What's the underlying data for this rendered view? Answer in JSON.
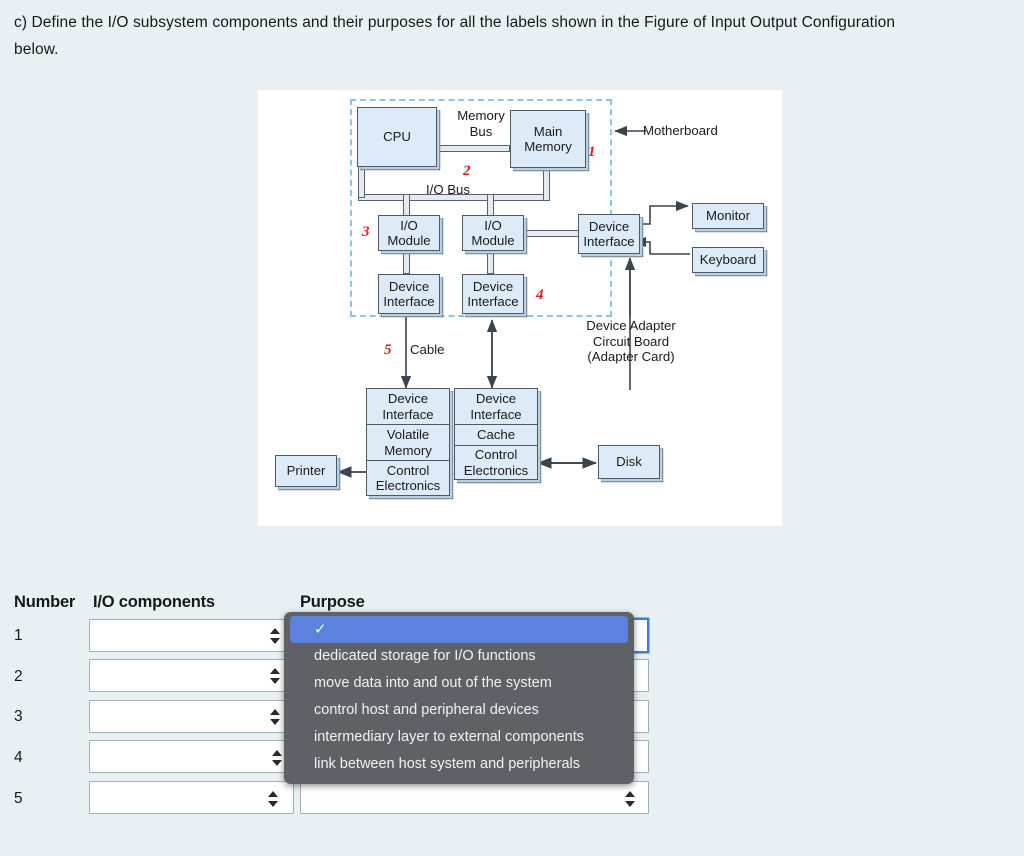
{
  "question": {
    "text": "c) Define the I/O subsystem components and their purposes for all the labels shown in the Figure of Input Output Configuration below."
  },
  "figure": {
    "title": "Input Output Configuration",
    "region_label": "Motherboard",
    "boxes": {
      "cpu": "CPU",
      "main_memory": "Main\nMemory",
      "io_module_1": "I/O\nModule",
      "io_module_2": "I/O\nModule",
      "device_interface_1": "Device\nInterface",
      "device_interface_2": "Device\nInterface",
      "device_interface_3": "Device\nInterface",
      "monitor": "Monitor",
      "keyboard": "Keyboard",
      "printer": "Printer",
      "disk": "Disk"
    },
    "printer_stack": [
      "Device\nInterface",
      "Volatile\nMemory",
      "Control\nElectronics"
    ],
    "disk_stack": [
      "Device\nInterface",
      "Cache",
      "Control\nElectronics"
    ],
    "labels": {
      "memory_bus": "Memory\nBus",
      "io_bus": "I/O Bus",
      "cable": "Cable",
      "adapter": "Device Adapter\nCircuit Board\n(Adapter Card)",
      "motherboard": "Motherboard"
    },
    "callouts": [
      "1",
      "2",
      "3",
      "4",
      "5"
    ],
    "colors": {
      "box_fill": "#ddeaf7",
      "box_stroke": "#4a5a66",
      "dashed_region": "#8dc2ea",
      "callout": "#e01b1b",
      "figure_bg": "#ffffff"
    }
  },
  "table": {
    "headers": {
      "number": "Number",
      "components": "I/O components",
      "purpose": "Purpose"
    },
    "rows": [
      {
        "number": "1",
        "component_value": "",
        "purpose_value": ""
      },
      {
        "number": "2",
        "component_value": "",
        "purpose_value": ""
      },
      {
        "number": "3",
        "component_value": "",
        "purpose_value": ""
      },
      {
        "number": "4",
        "component_value": "",
        "purpose_value": ""
      },
      {
        "number": "5",
        "component_value": "",
        "purpose_value": ""
      }
    ]
  },
  "dropdown": {
    "open_for_row": "1",
    "selected_index": 0,
    "check_glyph": "✓",
    "options": [
      "",
      "dedicated storage for I/O functions",
      "move data into and out of the system",
      "control host and peripheral devices",
      "intermediary layer to external components",
      "link between host system and peripherals"
    ],
    "colors": {
      "menu_bg": "#5e6166",
      "highlight": "#5b83de",
      "text": "#f2f2f2"
    }
  },
  "page": {
    "background": "#e9f0f3"
  }
}
